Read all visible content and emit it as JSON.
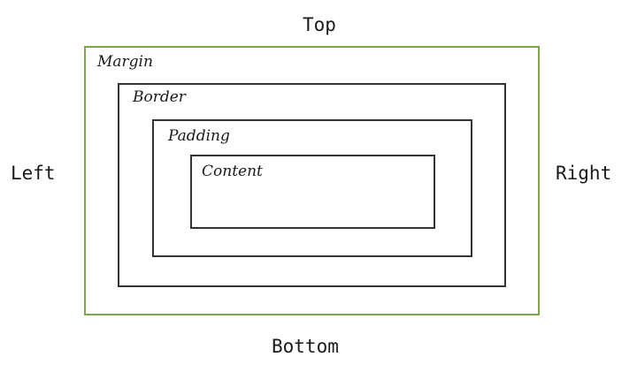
{
  "labels": {
    "top": "Top",
    "bottom": "Bottom",
    "left": "Left",
    "right": "Right"
  },
  "boxes": {
    "margin": "Margin",
    "border": "Border",
    "padding": "Padding",
    "content": "Content"
  },
  "colors": {
    "margin_stroke": "#7aa84a",
    "box_stroke": "#333333"
  }
}
